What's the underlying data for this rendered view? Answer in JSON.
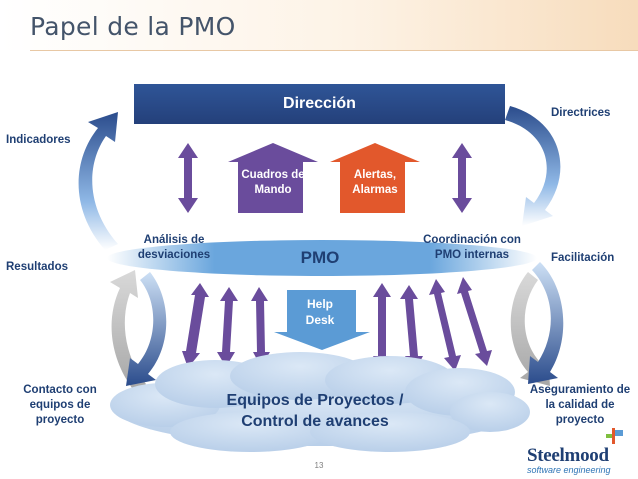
{
  "slide": {
    "title": "Papel de la PMO",
    "page_number": "13"
  },
  "center": {
    "top_bar": "Dirección",
    "hub": "PMO",
    "cuadros": [
      "Cuadros de",
      "Mando"
    ],
    "alertas": [
      "Alertas,",
      "Alarmas"
    ],
    "helpdesk": [
      "Help",
      "Desk"
    ],
    "teams": [
      "Equipos de Proyectos /",
      "Control de avances"
    ]
  },
  "left": {
    "indicadores": "Indicadores",
    "resultados": "Resultados",
    "analisis": [
      "Análisis de",
      "desviaciones"
    ],
    "contacto": [
      "Contacto con",
      "equipos de",
      "proyecto"
    ]
  },
  "right": {
    "directrices": "Directrices",
    "facilitacion": "Facilitación",
    "coordinacion": [
      "Coordinación con",
      "PMO internas"
    ],
    "aseguramiento": [
      "Aseguramiento de",
      "la calidad de",
      "proyecto"
    ]
  },
  "logo": {
    "name": "Steelmood",
    "tagline": "software engineering"
  },
  "colors": {
    "dark_blue": "#2b4c8c",
    "hub_blue": "#5b9bd5",
    "purple": "#6a4c9c",
    "orange": "#e2582c",
    "gray": "#b4b4b4",
    "cloud_blue": "#cfe0f3",
    "text_blue": "#1f3f73"
  }
}
